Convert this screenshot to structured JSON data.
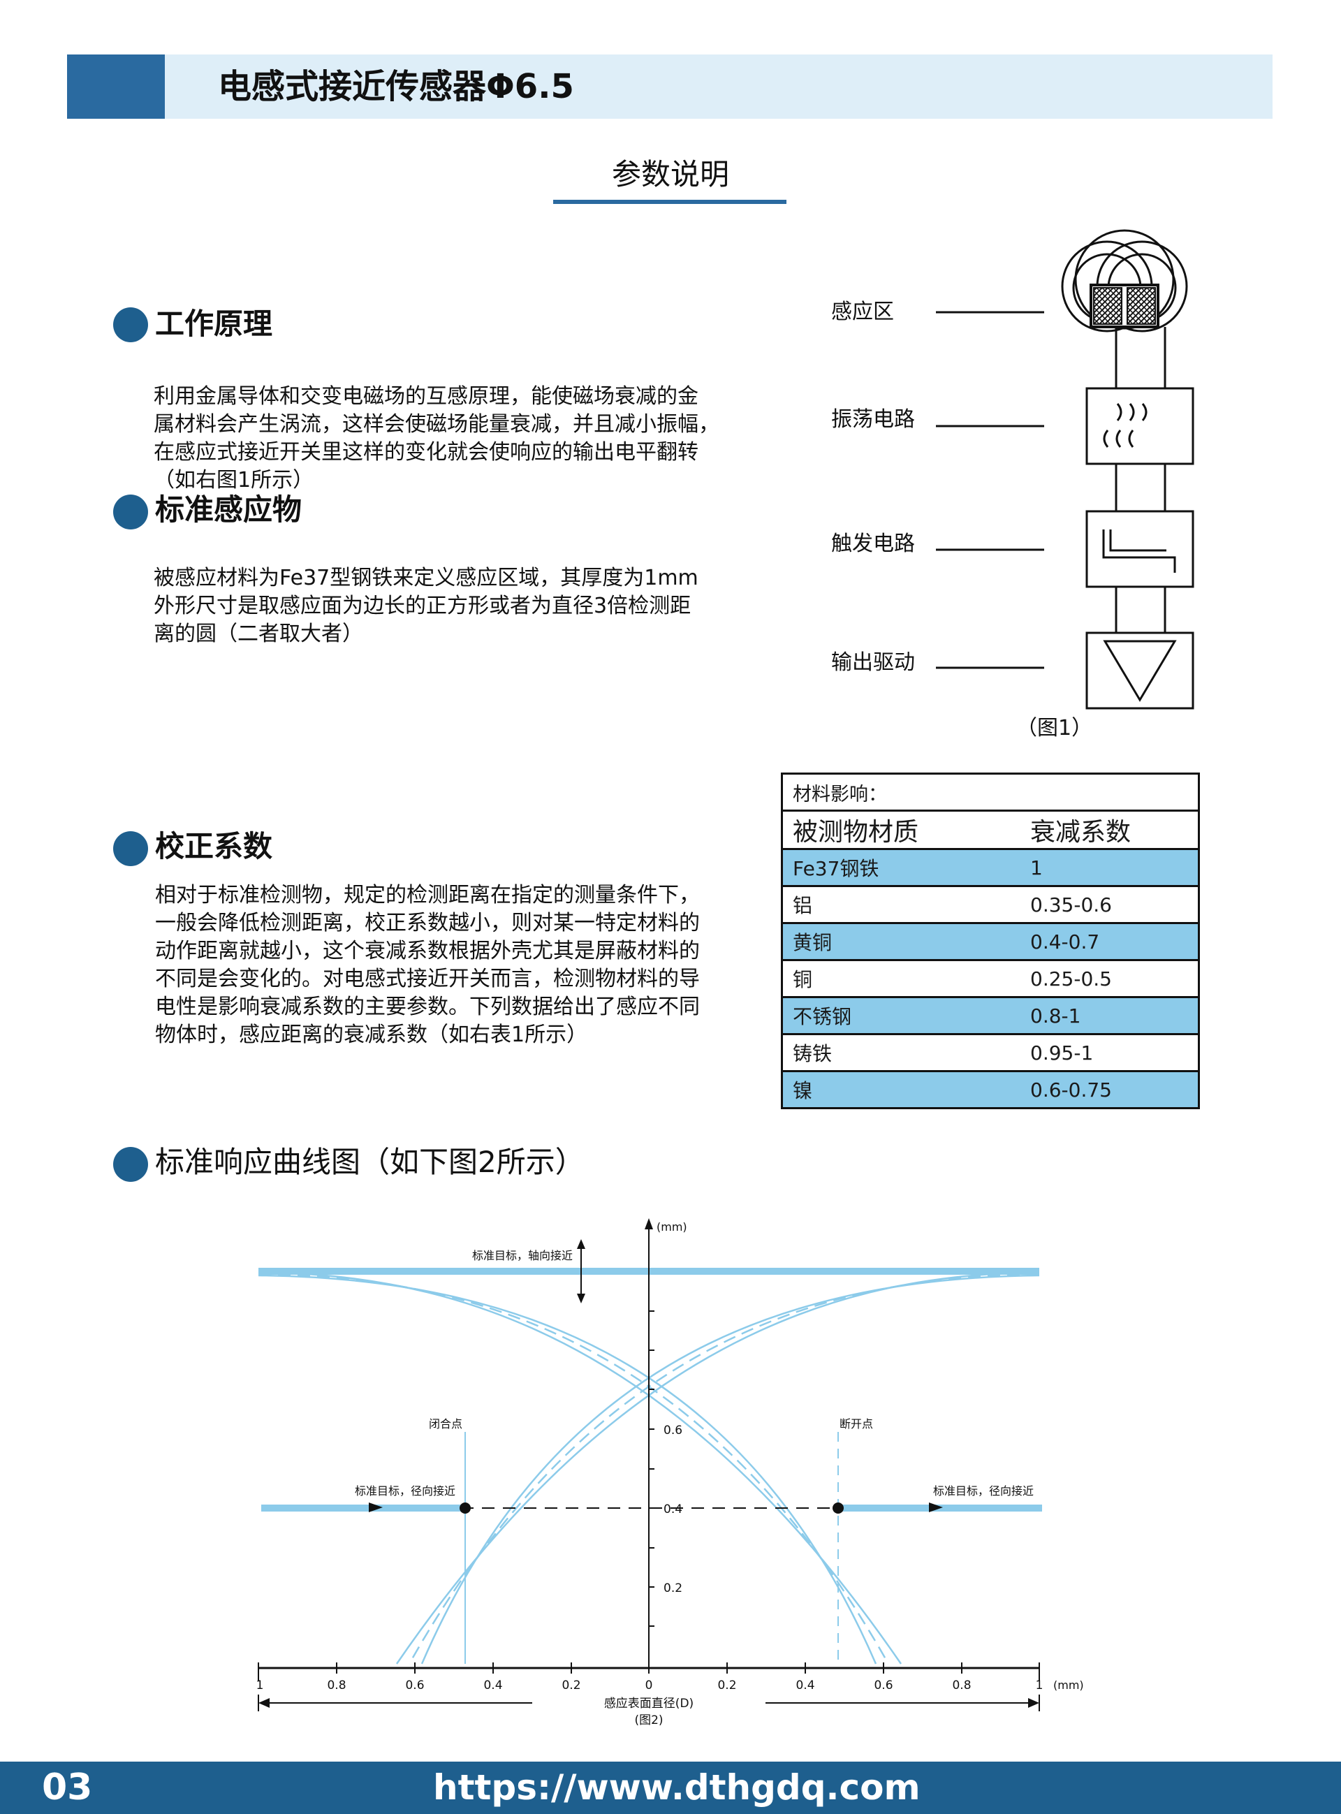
{
  "header": {
    "title": "电感式接近传感器Φ6.5"
  },
  "section_title": "参数说明",
  "working_principle": {
    "heading": "工作原理",
    "lines": [
      "利用金属导体和交变电磁场的互感原理，能使磁场衰减的金",
      "属材料会产生涡流，这样会使磁场能量衰减，并且减小振幅，",
      "在感应式接近开关里这样的变化就会使响应的输出电平翻转",
      "（如右图1所示）"
    ]
  },
  "standard_target": {
    "heading": "标准感应物",
    "lines": [
      "被感应材料为Fe37型钢铁来定义感应区域，其厚度为1mm",
      "外形尺寸是取感应面为边长的正方形或者为直径3倍检测距",
      "离的圆（二者取大者）"
    ]
  },
  "figure1": {
    "labels": [
      "感应区",
      "振荡电路",
      "触发电路",
      "输出驱动"
    ],
    "caption": "（图1）"
  },
  "correction": {
    "heading": "校正系数",
    "lines": [
      "相对于标准检测物，规定的检测距离在指定的测量条件下，",
      "一般会降低检测距离，校正系数越小，则对某一特定材料的",
      "动作距离就越小，这个衰减系数根据外壳尤其是屏蔽材料的",
      "不同是会变化的。对电感式接近开关而言，检测物材料的导",
      "电性是影响衰减系数的主要参数。下列数据给出了感应不同",
      "物体时，感应距离的衰减系数（如右表1所示）"
    ]
  },
  "material_table": {
    "caption": "材料影响：",
    "headers": [
      "被测物材质",
      "衰减系数"
    ],
    "rows": [
      [
        "Fe37钢铁",
        "1"
      ],
      [
        "铝",
        "0.35-0.6"
      ],
      [
        "黄铜",
        "0.4-0.7"
      ],
      [
        "铜",
        "0.25-0.5"
      ],
      [
        "不锈钢",
        "0.8-1"
      ],
      [
        "铸铁",
        "0.95-1"
      ],
      [
        "镍",
        "0.6-0.75"
      ]
    ],
    "row_highlight": [
      true,
      false,
      true,
      false,
      true,
      false,
      true
    ],
    "highlight_color": "#8ccbea"
  },
  "curve_section": {
    "heading": "标准响应曲线图（如下图2所示）"
  },
  "figure2": {
    "y_unit": "(mm)",
    "x_unit": "(mm)",
    "y_ticks": [
      "0.6",
      "0.4",
      "0.2"
    ],
    "x_ticks": [
      "1",
      "0.8",
      "0.6",
      "0.4",
      "0.2",
      "0",
      "0.2",
      "0.4",
      "0.6",
      "0.8",
      "1"
    ],
    "labels": {
      "axial": "标准目标，轴向接近",
      "close_point": "闭合点",
      "open_point": "断开点",
      "radial_left": "标准目标，径向接近",
      "radial_right": "标准目标，径向接近",
      "x_axis": "感应表面直径(D)",
      "caption": "(图2)"
    },
    "curve_color": "#8ccbea"
  },
  "footer": {
    "page": "03",
    "url": "https://www.dthgdq.com"
  },
  "theme": {
    "brand": "#1e5f8e",
    "band": "#deeef8"
  }
}
